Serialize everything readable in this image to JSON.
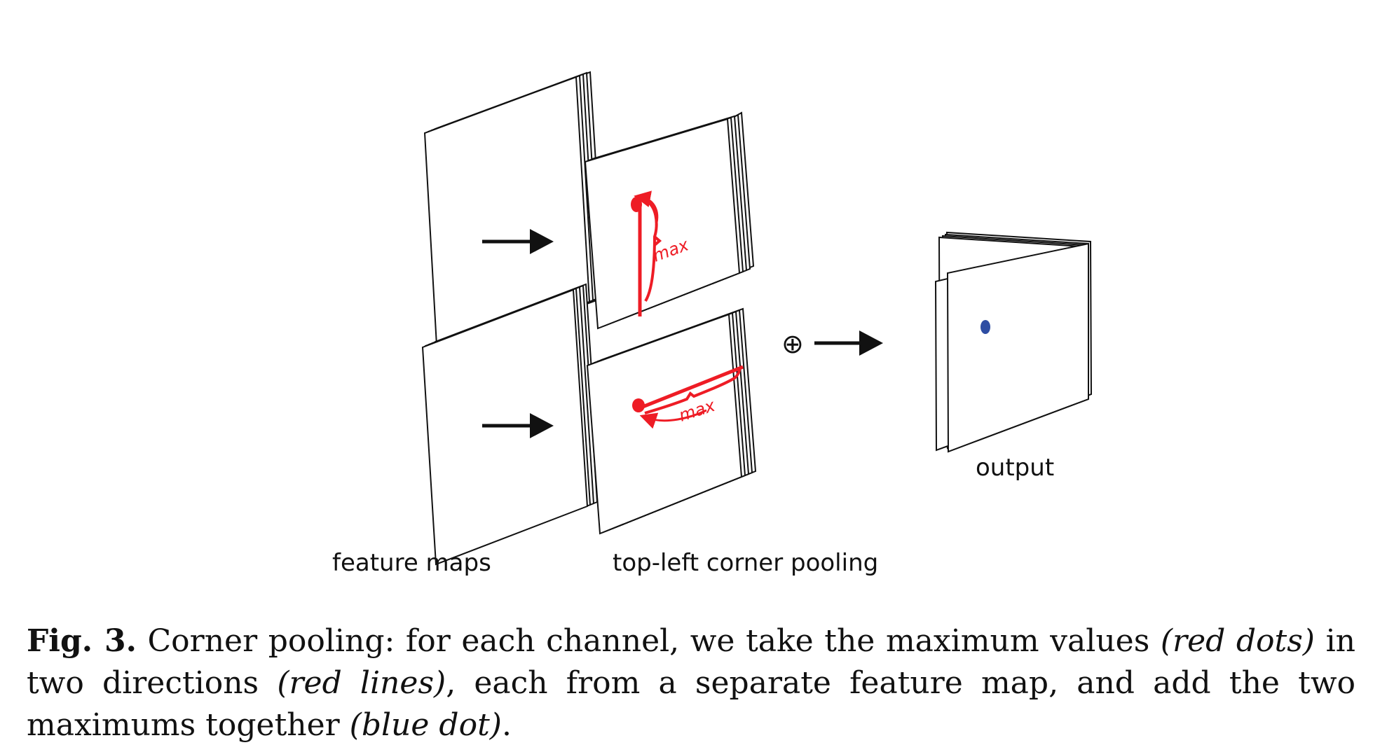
{
  "figure": {
    "labels": {
      "feature_maps": "feature maps",
      "corner_pooling": "top-left corner pooling",
      "output": "output",
      "max_vertical": "max",
      "max_horizontal": "max",
      "oplus": "⊕"
    },
    "colors": {
      "red": "#ee1c25",
      "blue": "#2e4da3",
      "ink": "#111111"
    }
  },
  "caption": {
    "fig_label": "Fig. 3.",
    "text_1": " Corner pooling: for each channel, we take the maximum values ",
    "italic_1": "(red dots)",
    "text_2": " in two directions ",
    "italic_2": "(red lines)",
    "text_3": ", each from a separate feature map, and add the two maximums together ",
    "italic_3": "(blue dot)",
    "text_4": "."
  }
}
